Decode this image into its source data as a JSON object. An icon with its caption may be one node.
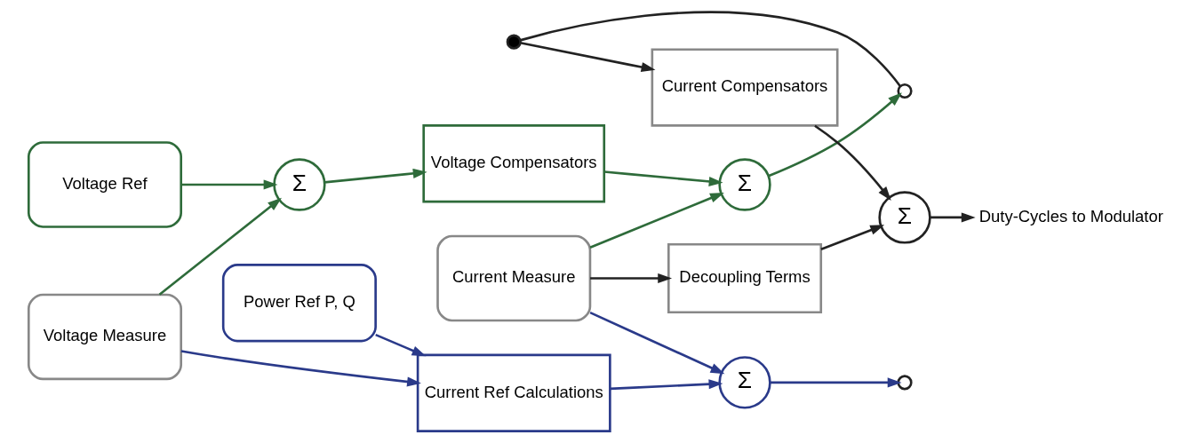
{
  "diagram": {
    "nodes": [
      {
        "text": [
          "Voltage Ref"
        ]
      },
      {
        "text": [
          "Σ"
        ]
      },
      {
        "text": [
          "Voltage Compensators"
        ]
      },
      {
        "text": [
          "Σ"
        ]
      },
      {
        "text": [
          "Decoupling Terms"
        ]
      },
      {
        "text": [
          "Voltage Measure"
        ]
      },
      {
        "text": [
          "Current Measure"
        ]
      },
      {
        "text": [],
        "shape": "circle"
      },
      {
        "text": [],
        "shape": "circle"
      },
      {
        "text": [],
        "shape": "circle"
      },
      {
        "text": [
          "Current Compensators"
        ]
      },
      {
        "text": [
          "Σ"
        ]
      },
      {
        "text": [
          "Power Ref P, Q"
        ]
      },
      {
        "text": [
          "Current Ref Calculations"
        ]
      },
      {
        "text": [
          "Σ"
        ]
      },
      {
        "text": [
          "Duty-Cycles to Modulator"
        ]
      }
    ],
    "edges": [
      {
        "from": 0,
        "to": 1,
        "arrow": "to",
        "color": "#2e6b3a"
      },
      {
        "from": 1,
        "to": 2,
        "arrow": "to",
        "color": "#2e6b3a"
      },
      {
        "from": 2,
        "to": 3,
        "arrow": "to",
        "color": "#2e6b3a"
      },
      {
        "from": 5,
        "to": 1,
        "arrow": "to",
        "color": "#2e6b3a"
      },
      {
        "from": 6,
        "to": 3,
        "arrow": "to",
        "color": "#2e6b3a"
      },
      {
        "from": 3,
        "to": 7,
        "arrow": "to",
        "color": "#2e6b3a"
      },
      {
        "from": 6,
        "to": 4,
        "arrow": "to"
      },
      {
        "from": 4,
        "to": 11,
        "arrow": "to"
      },
      {
        "from": 9,
        "to": 7,
        "arrow": "none"
      },
      {
        "from": 9,
        "to": 10,
        "arrow": "to"
      },
      {
        "from": 10,
        "to": 11,
        "arrow": "to"
      },
      {
        "from": 11,
        "to": 15,
        "arrow": "to"
      },
      {
        "from": 5,
        "to": 13,
        "arrow": "to",
        "color": "#2a3a8a"
      },
      {
        "from": 12,
        "to": 13,
        "arrow": "to",
        "color": "#2a3a8a"
      },
      {
        "from": 13,
        "to": 14,
        "arrow": "to",
        "color": "#2a3a8a"
      },
      {
        "from": 6,
        "to": 14,
        "arrow": "to",
        "color": "#2a3a8a"
      },
      {
        "from": 14,
        "to": 8,
        "arrow": "to",
        "color": "#2a3a8a"
      }
    ]
  }
}
